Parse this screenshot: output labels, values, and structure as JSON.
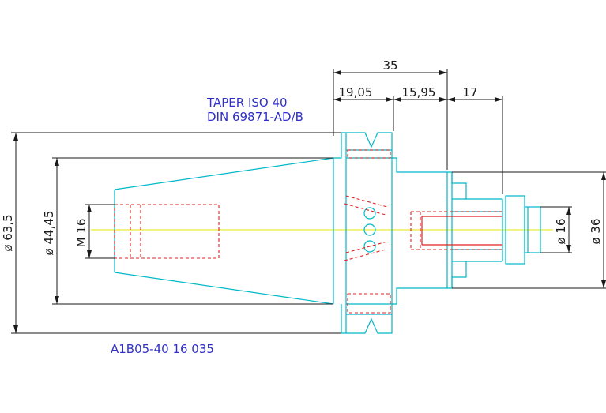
{
  "title_block": {
    "taper_line": "TAPER ISO 40",
    "din_line": "DIN 69871-AD/B",
    "part_number": "A1B05-40 16 035"
  },
  "dimensions": {
    "overall_length": "35",
    "flange_length": "19,05",
    "neck_length": "15,95",
    "nose_length": "17",
    "flange_diameter": "ø 63,5",
    "taper_diameter": "ø 44,45",
    "thread": "M 16",
    "bore_diameter": "ø 16",
    "body_diameter": "ø 36"
  },
  "colors": {
    "outline": "#00b8c8",
    "hidden": "#e02020",
    "dimension": "#1a1a1a",
    "centerline": "#e6e600",
    "text_blue": "#3030c8"
  }
}
